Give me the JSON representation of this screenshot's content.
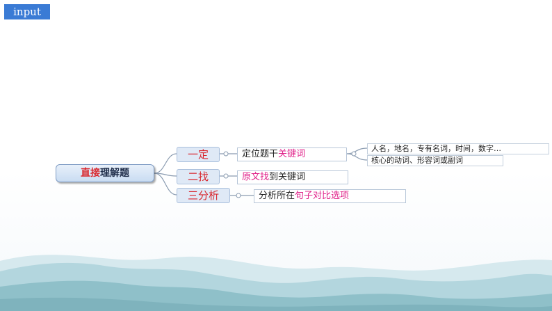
{
  "tag": "input",
  "mindmap": {
    "root": {
      "part1": "直接",
      "part2": "理解题"
    },
    "branches": [
      {
        "label": "一定",
        "detail": {
          "part1": "定位题干",
          "part2": "关键词"
        },
        "leaves": [
          "人名，地名，专有名词，时间，数字…",
          "核心的动词、形容词或副词"
        ]
      },
      {
        "label": "二找",
        "detail": {
          "part1": "原文找",
          "part2": "到关键词"
        }
      },
      {
        "label": "三分析",
        "detail": {
          "part1": "分析所在",
          "part2": "句子对比选项"
        }
      }
    ]
  },
  "colors": {
    "tag_bg": "#3a7bd5",
    "highlight_red": "#d9272e",
    "highlight_pink": "#e0238a",
    "node_fill": "#dfe9f6",
    "connector": "#8a9bb0",
    "mountain": "#8fc0c9"
  }
}
